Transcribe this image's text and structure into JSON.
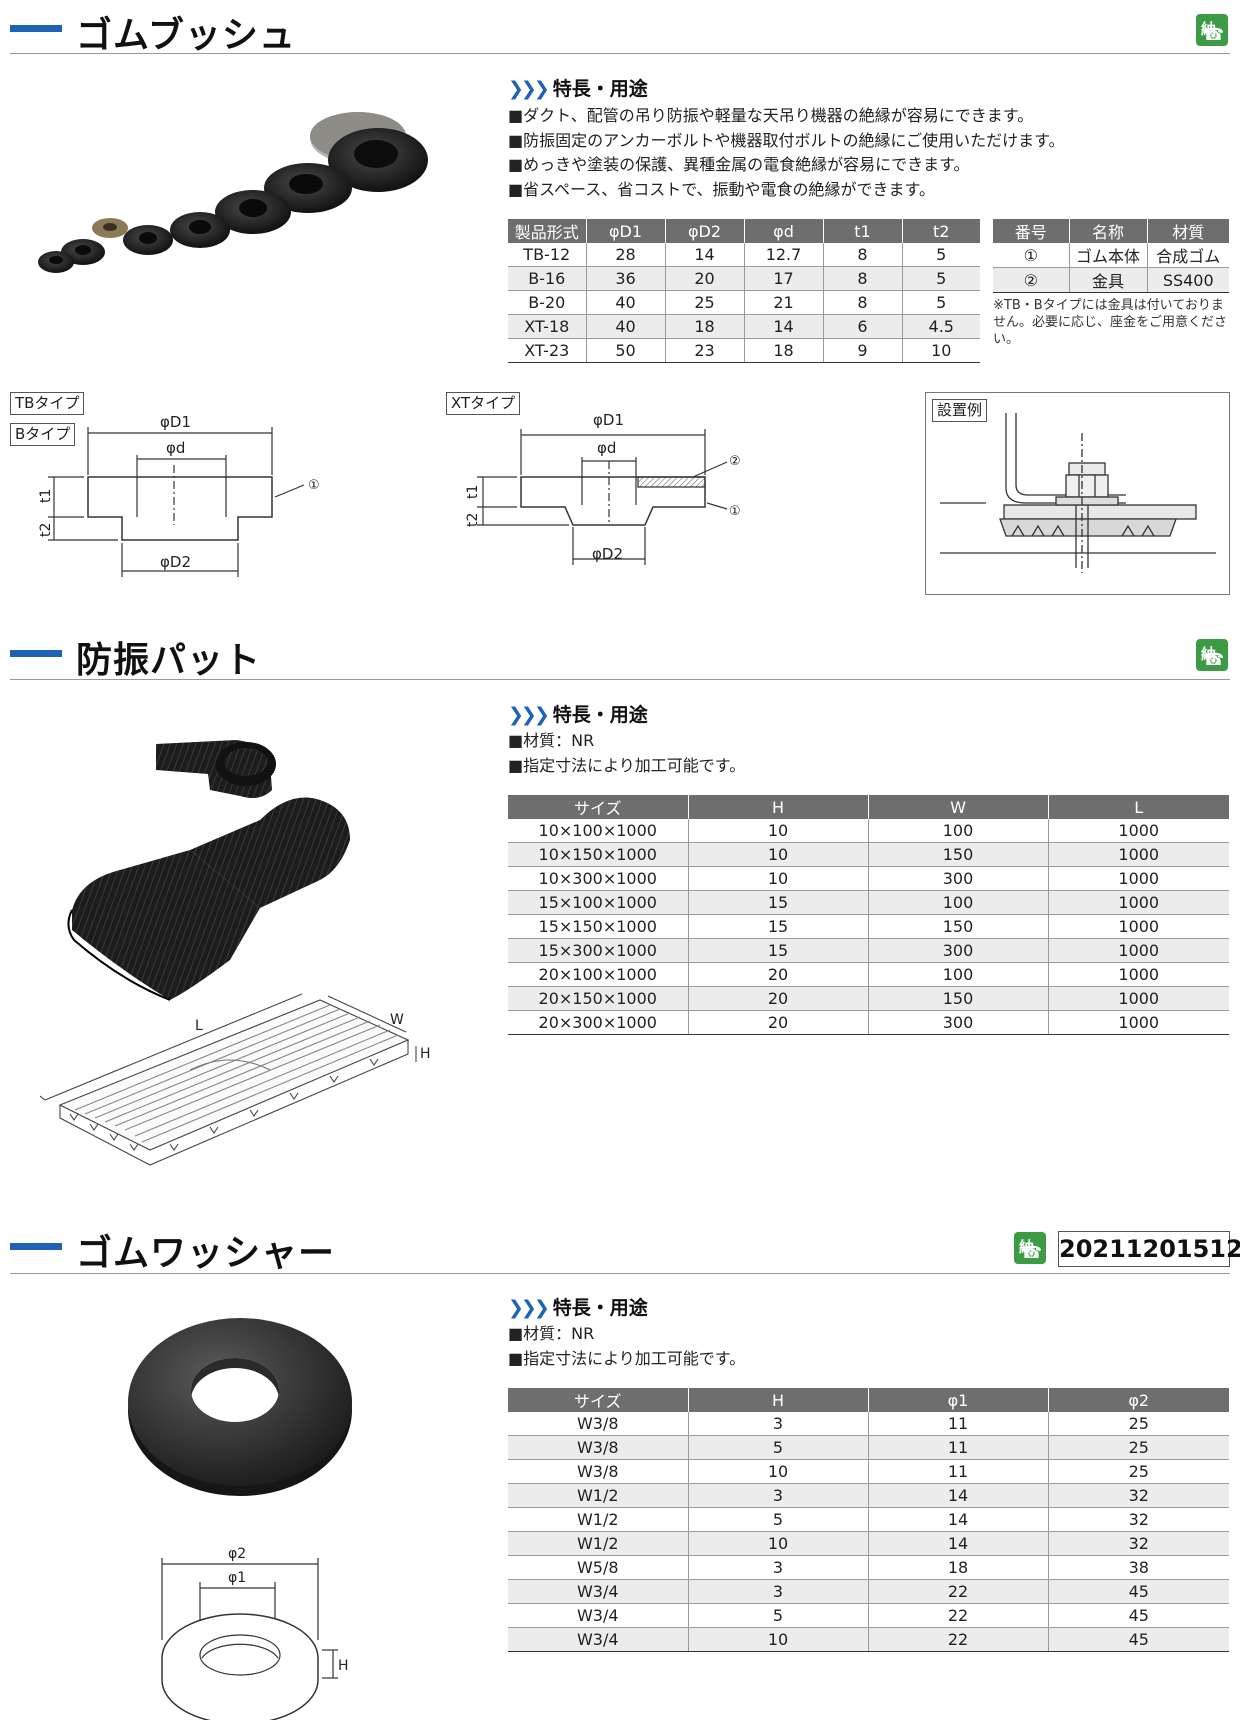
{
  "colors": {
    "accent_blue": "#1d62b4",
    "nou_green": "#3d9b45",
    "table_header": "#6e6e6e",
    "row_alt": "#ececec"
  },
  "icons": {
    "delivery_badge": "nou-phone-icon",
    "feature_bullet": "square-bullet-icon",
    "feature_chevron": "triple-chevron-icon"
  },
  "bush": {
    "title": "ゴムブッシュ",
    "badge_char": "納",
    "feature_heading": "特長・用途",
    "features": [
      "■ダクト、配管の吊り防振や軽量な天吊り機器の絶縁が容易にできます。",
      "■防振固定のアンカーボルトや機器取付ボルトの絶縁にご使用いただけます。",
      "■めっきや塗装の保護、異種金属の電食絶縁が容易にできます。",
      "■省スペース、省コストで、振動や電食の絶縁ができます。"
    ],
    "spec_headers": [
      "製品形式",
      "φD1",
      "φD2",
      "φd",
      "t1",
      "t2"
    ],
    "spec_rows": [
      [
        "TB-12",
        "28",
        "14",
        "12.7",
        "8",
        "5"
      ],
      [
        "B-16",
        "36",
        "20",
        "17",
        "8",
        "5"
      ],
      [
        "B-20",
        "40",
        "25",
        "21",
        "8",
        "5"
      ],
      [
        "XT-18",
        "40",
        "18",
        "14",
        "6",
        "4.5"
      ],
      [
        "XT-23",
        "50",
        "23",
        "18",
        "9",
        "10"
      ]
    ],
    "parts_headers": [
      "番号",
      "名称",
      "材質"
    ],
    "parts_rows": [
      [
        "①",
        "ゴム本体",
        "合成ゴム"
      ],
      [
        "②",
        "金具",
        "SS400"
      ]
    ],
    "note": "※TB・Bタイプには金具は付いておりません。必要に応じ、座金をご用意ください。",
    "diagram_tb_label": "TBタイプ",
    "diagram_b_label": "Bタイプ",
    "diagram_xt_label": "XTタイプ",
    "install_label": "設置例",
    "dim_D1": "φD1",
    "dim_d": "φd",
    "dim_D2": "φD2",
    "dim_t1": "t1",
    "dim_t2": "t2",
    "mark_1": "①",
    "mark_2": "②"
  },
  "pad": {
    "title": "防振パット",
    "badge_char": "納",
    "feature_heading": "特長・用途",
    "features": [
      "■材質：NR",
      "■指定寸法により加工可能です。"
    ],
    "headers": [
      "サイズ",
      "H",
      "W",
      "L"
    ],
    "rows": [
      [
        "10×100×1000",
        "10",
        "100",
        "1000"
      ],
      [
        "10×150×1000",
        "10",
        "150",
        "1000"
      ],
      [
        "10×300×1000",
        "10",
        "300",
        "1000"
      ],
      [
        "15×100×1000",
        "15",
        "100",
        "1000"
      ],
      [
        "15×150×1000",
        "15",
        "150",
        "1000"
      ],
      [
        "15×300×1000",
        "15",
        "300",
        "1000"
      ],
      [
        "20×100×1000",
        "20",
        "100",
        "1000"
      ],
      [
        "20×150×1000",
        "20",
        "150",
        "1000"
      ],
      [
        "20×300×1000",
        "20",
        "300",
        "1000"
      ]
    ],
    "dim_L": "L",
    "dim_W": "W",
    "dim_H": "H"
  },
  "washer": {
    "title": "ゴムワッシャー",
    "badge_char": "納",
    "code": "20211201512",
    "feature_heading": "特長・用途",
    "features": [
      "■材質：NR",
      "■指定寸法により加工可能です。"
    ],
    "headers": [
      "サイズ",
      "H",
      "φ1",
      "φ2"
    ],
    "rows": [
      [
        "W3/8",
        "3",
        "11",
        "25"
      ],
      [
        "W3/8",
        "5",
        "11",
        "25"
      ],
      [
        "W3/8",
        "10",
        "11",
        "25"
      ],
      [
        "W1/2",
        "3",
        "14",
        "32"
      ],
      [
        "W1/2",
        "5",
        "14",
        "32"
      ],
      [
        "W1/2",
        "10",
        "14",
        "32"
      ],
      [
        "W5/8",
        "3",
        "18",
        "38"
      ],
      [
        "W3/4",
        "3",
        "22",
        "45"
      ],
      [
        "W3/4",
        "5",
        "22",
        "45"
      ],
      [
        "W3/4",
        "10",
        "22",
        "45"
      ]
    ],
    "dim_phi1": "φ1",
    "dim_phi2": "φ2",
    "dim_H": "H"
  }
}
